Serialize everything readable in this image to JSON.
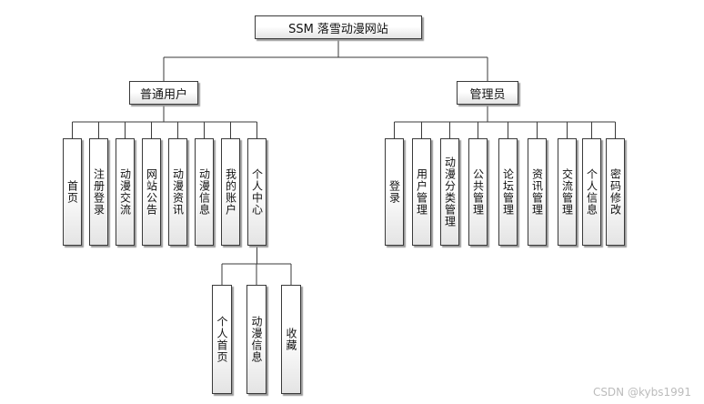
{
  "root": {
    "label": "SSM 落雪动漫网站"
  },
  "branches": [
    {
      "label": "普通用户",
      "children": [
        "首页",
        "注册登录",
        "动漫交流",
        "网站公告",
        "动漫资讯",
        "动漫信息",
        "我的账户",
        "个人中心"
      ]
    },
    {
      "label": "管理员",
      "children": [
        "登录",
        "用户管理",
        "动漫分类管理",
        "公共管理",
        "论坛管理",
        "资讯管理",
        "交流管理",
        "个人信息",
        "密码修改"
      ]
    }
  ],
  "sub_branch": {
    "parent": "个人中心",
    "children": [
      "个人首页",
      "动漫信息",
      "收藏"
    ]
  },
  "watermark": "CSDN @kybs1991",
  "colors": {
    "line": "#3a3a3a",
    "box_border": "#3a3a3a",
    "shadow": "#9a9a9a"
  }
}
